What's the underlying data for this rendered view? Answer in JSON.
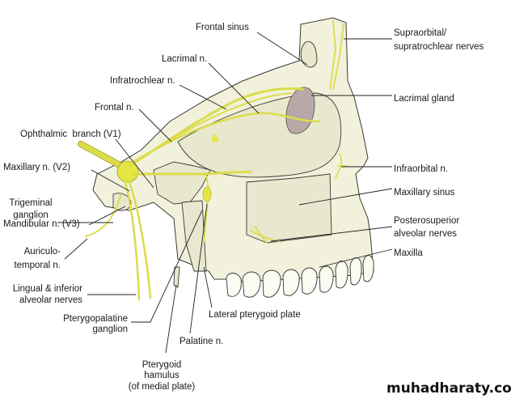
{
  "labels": {
    "frontal_sinus": "Frontal sinus",
    "lacrimal_n": "Lacrimal n.",
    "infratrochlear_n": "Infratrochlear n.",
    "frontal_n": "Frontal n.",
    "ophthalmic": "Ophthalmic  branch (V1)",
    "maxillary_n": "Maxillary n. (V2)",
    "trigeminal_1": "Trigeminal",
    "trigeminal_2": "ganglion",
    "mandibular_n": "Mandibular n. (V3)",
    "auriculo_1": "Auriculo-",
    "auriculo_2": "temporal n.",
    "lingual_1": "Lingual & inferior",
    "lingual_2": "alveolar nerves",
    "pterygopalatine_1": "Pterygopalatine",
    "pterygopalatine_2": "ganglion",
    "lateral_pterygoid": "Lateral pterygoid plate",
    "palatine_n": "Palatine n.",
    "hamulus_1": "Pterygoid",
    "hamulus_2": "hamulus",
    "hamulus_3": "(of medial plate)",
    "supraorbital_1": "Supraorbital/",
    "supraorbital_2": "supratrochlear nerves",
    "lacrimal_gland": "Lacrimal gland",
    "infraorbital_n": "Infraorbital n.",
    "maxillary_sinus": "Maxillary sinus",
    "posterosuperior_1": "Posterosuperior",
    "posterosuperior_2": "alveolar nerves",
    "maxilla": "Maxilla"
  },
  "watermark": "muhadharaty.com",
  "colors": {
    "bone": "#f1f1dc",
    "nerve": "#dcdc4a",
    "gland": "#b8a8a8"
  }
}
